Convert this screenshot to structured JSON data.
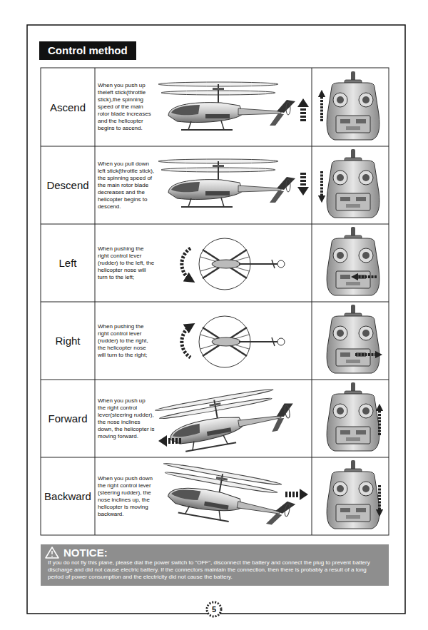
{
  "diagram": {
    "nodes": [
      {
        "text": [
          "Control method"
        ]
      },
      {
        "text": [
          "Ascend",
          "When you push up theleft stick(throttle stick),the spinning speed of the main rotor blade increases and the helicopter begins to ascend."
        ]
      },
      {
        "text": [
          "Descend",
          "When you pull down left stick(throttle stick), the spinning speed of the main rotor blade decreases and the helicopter begins to descend."
        ]
      },
      {
        "text": [
          "Left",
          "When pushing the right control lever (rudder) to the left, the helicopter nose will turn to the left;"
        ]
      },
      {
        "text": [
          "Right",
          "When pushing the right control lever (rudder) to the right, the helicopter nose will turn to the right;"
        ]
      },
      {
        "text": [
          "Forward",
          "When you push up the right control lever(steering rudder), the nose inclines down, the helicopter is moving forward."
        ]
      },
      {
        "text": [
          "Backward",
          "When you push down the right control lever (steering rudder), the nose inclines up, the helicopter is moving backward."
        ]
      },
      {
        "text": [
          "NOTICE:",
          "If you do not fly this plane, please dial the power switch to \"OFF\", disconnect the battery and connect the plug to prevent battery discharge and did not cause electric battery. If the connectors maintain the connection, then there is probably a result of a long period of power consumption and the electricity did not cause the battery."
        ]
      },
      {
        "text": [
          "5"
        ]
      }
    ]
  }
}
